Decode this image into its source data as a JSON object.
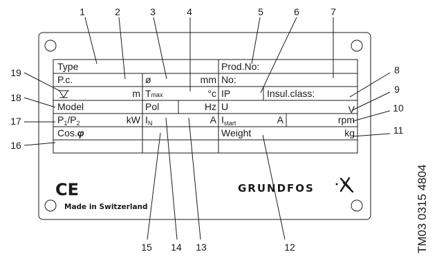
{
  "plate": {
    "type": "Type",
    "prod_no": "Prod.No:",
    "pc": "P.c.",
    "dia": "ø",
    "mm": "mm",
    "no": "No:",
    "m": "m",
    "tmax_t": "T",
    "tmax_sub": "max",
    "degc": "°c",
    "ip": "IP",
    "insul": "Insul.class:",
    "model": "Model",
    "pol": "Pol",
    "hz": "Hz",
    "u": "U",
    "v": "V",
    "p1": "P",
    "p1_sub": "1",
    "slash": "/P",
    "p2_sub": "2",
    "kw": "kW",
    "in_i": "I",
    "in_sub": "N",
    "a1": "A",
    "istart_i": "I",
    "istart_sub": "start",
    "a2": "A",
    "rpm": "rpm",
    "cos": "Cos.",
    "phi": "φ",
    "weight": "Weight",
    "kg": "kg",
    "ce": "CE",
    "made": "Made in Switzerland",
    "brand": "GRUNDFOS"
  },
  "callouts": {
    "n1": "1",
    "n2": "2",
    "n3": "3",
    "n4": "4",
    "n5": "5",
    "n6": "6",
    "n7": "7",
    "n8": "8",
    "n9": "9",
    "n10": "10",
    "n11": "11",
    "n12": "12",
    "n13": "13",
    "n14": "14",
    "n15": "15",
    "n16": "16",
    "n17": "17",
    "n18": "18",
    "n19": "19"
  },
  "figure_code": "TM03 0315 4804"
}
